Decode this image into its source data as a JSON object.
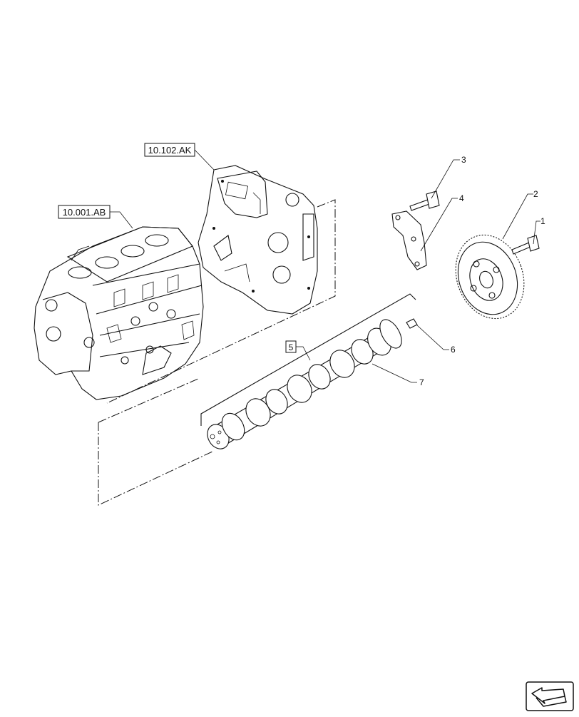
{
  "references": {
    "front_cover": "10.102.AK",
    "engine_block": "10.001.AB"
  },
  "callouts": {
    "c1": "1",
    "c2": "2",
    "c3": "3",
    "c4": "4",
    "c5": "5",
    "c6": "6",
    "c7": "7"
  },
  "icons": {
    "nav": "next-page-arrow-icon"
  },
  "colors": {
    "line": "#111111",
    "background": "#ffffff"
  }
}
